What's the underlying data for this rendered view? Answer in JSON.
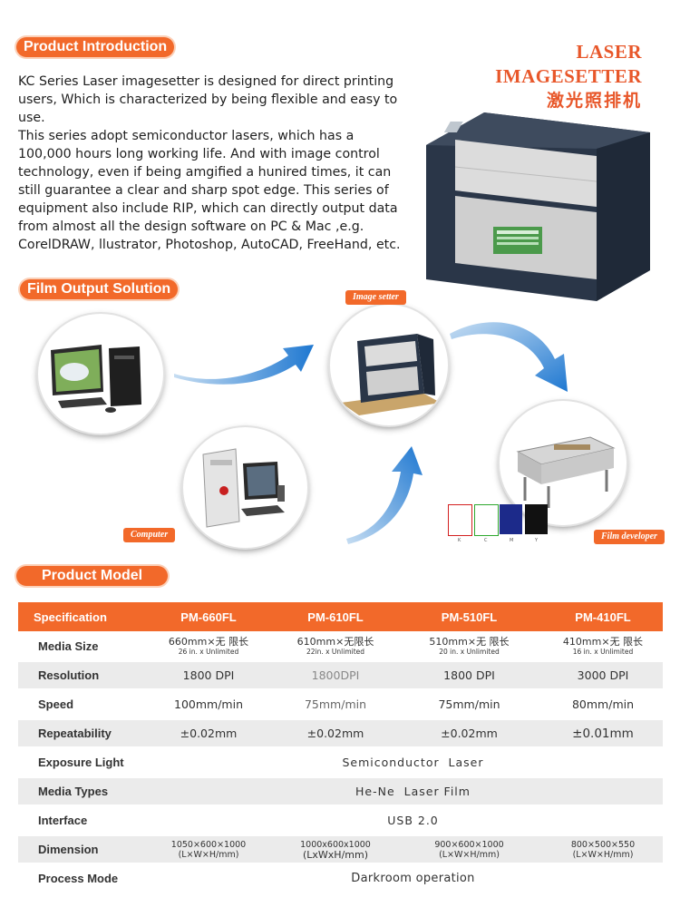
{
  "sections": {
    "product_intro": "Product Introduction",
    "film_output": "Film Output Solution",
    "product_model": "Product Model"
  },
  "brand": {
    "line1": "LASER",
    "line2": "IMAGESETTER",
    "line3": "激光照排机"
  },
  "intro": {
    "p1": "KC Series Laser imagesetter is designed for direct printing users, Which is characterized by being flexible and easy to use.",
    "p2": "This series adopt semiconductor lasers, which has a 100,000 hours long working life. And with image control technology, even if being amgified a hunired times, it can still guarantee a clear and sharp spot edge. This series of equipment also include RIP, which can directly output data from almost all the design software on PC & Mac ,e.g. CorelDRAW, llustrator, Photoshop, AutoCAD, FreeHand, etc."
  },
  "diagram": {
    "imagesetter_tag": "Image setter",
    "computer_tag": "Computer",
    "developer_tag": "Film developer",
    "film_letters": [
      "K",
      "C",
      "M",
      "Y"
    ]
  },
  "table": {
    "header": [
      "Specification",
      "PM-660FL",
      "PM-610FL",
      "PM-510FL",
      "PM-410FL"
    ],
    "media_size": {
      "label": "Media Size",
      "values": [
        {
          "main": "660mm×无 限长",
          "sub": "26 in. x Unlimited"
        },
        {
          "main": "610mm×无限长",
          "sub": "22in. x Unlimited"
        },
        {
          "main": "510mm×无 限长",
          "sub": "20 in. x Unlimited"
        },
        {
          "main": "410mm×无 限长",
          "sub": "16 in. x Unlimited"
        }
      ]
    },
    "resolution": {
      "label": "Resolution",
      "values": [
        "1800 DPI",
        "1800DPI",
        "1800 DPI",
        "3000 DPI"
      ]
    },
    "speed": {
      "label": "Speed",
      "values": [
        "100mm/min",
        "75mm/min",
        "75mm/min",
        "80mm/min"
      ]
    },
    "repeatability": {
      "label": "Repeatability",
      "values": [
        "±0.02mm",
        "±0.02mm",
        "±0.02mm",
        "±0.01mm"
      ]
    },
    "exposure_light": {
      "label": "Exposure Light",
      "value": "Semiconductor  Laser"
    },
    "media_types": {
      "label": "Media Types",
      "value": "He-Ne  Laser Film"
    },
    "interface": {
      "label": "Interface",
      "value": "USB 2.0"
    },
    "dimension": {
      "label": "Dimension",
      "values": [
        {
          "main": "1050×600×1000",
          "sub": "(L×W×H/mm)"
        },
        {
          "main": "1000x600x1000",
          "sub": "(LxWxH/mm)"
        },
        {
          "main": "900×600×1000",
          "sub": "(L×W×H/mm)"
        },
        {
          "main": "800×500×550",
          "sub": "(L×W×H/mm)"
        }
      ]
    },
    "process_mode": {
      "label": "Process Mode",
      "value": "Darkroom operation"
    }
  },
  "colors": {
    "accent": "#f2692a",
    "brand_text": "#e8572a",
    "row_shade": "#ebebeb",
    "arrow_blue": "#2a7fd4"
  },
  "icons": [
    "imagesetter-machine-image",
    "desktop-computer-image",
    "tower-computer-image",
    "film-developer-image",
    "flow-arrow-icon"
  ]
}
